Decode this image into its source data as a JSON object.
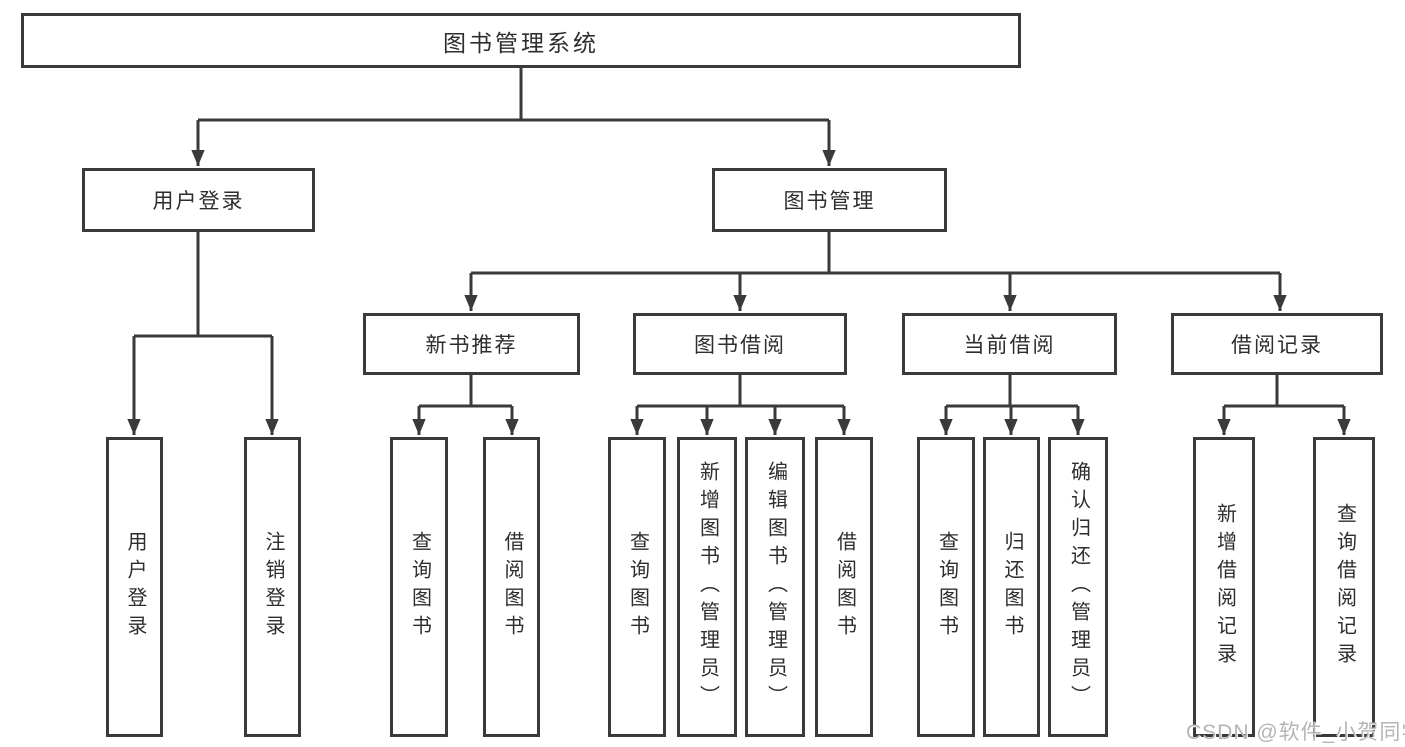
{
  "diagram": {
    "root": {
      "label": "图书管理系统"
    },
    "user_login": {
      "label": "用户登录",
      "children": [
        {
          "label": "用户登录"
        },
        {
          "label": "注销登录"
        }
      ]
    },
    "book_management": {
      "label": "图书管理",
      "modules": [
        {
          "label": "新书推荐",
          "children": [
            {
              "label": "查询图书"
            },
            {
              "label": "借阅图书"
            }
          ]
        },
        {
          "label": "图书借阅",
          "children": [
            {
              "label": "查询图书"
            },
            {
              "label": "新增图书（管理员）"
            },
            {
              "label": "编辑图书（管理员）"
            },
            {
              "label": "借阅图书"
            }
          ]
        },
        {
          "label": "当前借阅",
          "children": [
            {
              "label": "查询图书"
            },
            {
              "label": "归还图书"
            },
            {
              "label": "确认归还（管理员）"
            }
          ]
        },
        {
          "label": "借阅记录",
          "children": [
            {
              "label": "新增借阅记录"
            },
            {
              "label": "查询借阅记录"
            }
          ]
        }
      ]
    }
  },
  "watermark": "CSDN @软件_小贺同学",
  "colors": {
    "line": "#3a3a3a",
    "text": "#2e2e2e",
    "box_background": "#ffffff",
    "watermark": "#b5b5b5"
  }
}
